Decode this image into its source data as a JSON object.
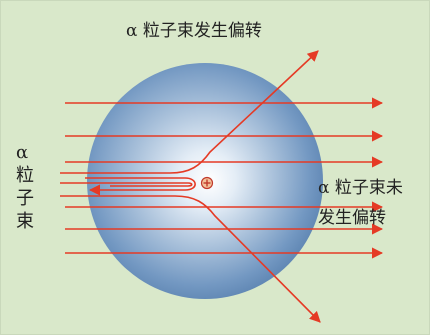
{
  "labels": {
    "top": "α 粒子束发生偏转",
    "right_line1": "α 粒子束未",
    "right_line2": "发生偏转",
    "left_chars": [
      "α",
      "粒",
      "子",
      "束"
    ],
    "nucleus_symbol": "+"
  },
  "colors": {
    "background": "#d9e8ca",
    "ray": "#e53a25",
    "sphere_center": "#ffffff",
    "sphere_edge": "#5f86b3",
    "text": "#222222"
  }
}
